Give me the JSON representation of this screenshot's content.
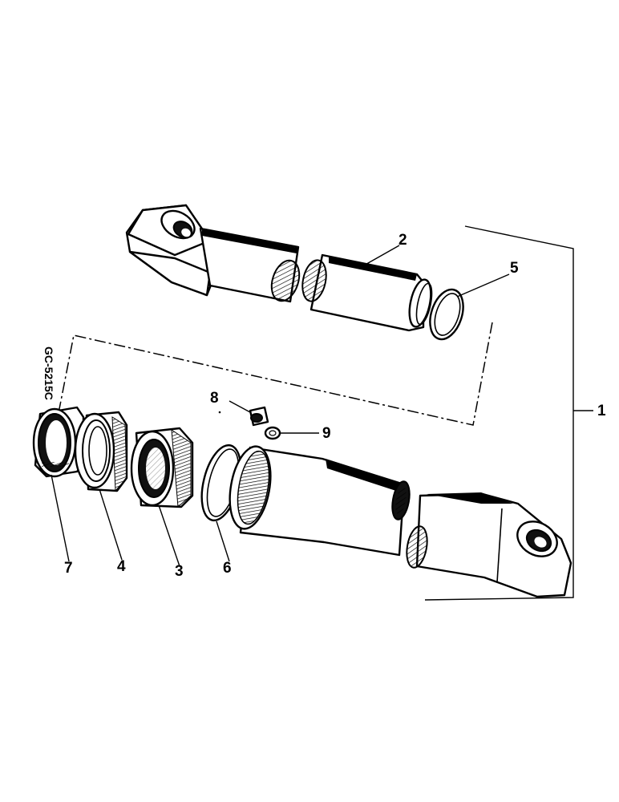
{
  "figure": {
    "reference_code": "GC-5215C",
    "callouts": [
      {
        "id": "1",
        "label": "1"
      },
      {
        "id": "2",
        "label": "2"
      },
      {
        "id": "3",
        "label": "3"
      },
      {
        "id": "4",
        "label": "4"
      },
      {
        "id": "5",
        "label": "5"
      },
      {
        "id": "6",
        "label": "6"
      },
      {
        "id": "7",
        "label": "7"
      },
      {
        "id": "8",
        "label": "8"
      },
      {
        "id": "9",
        "label": "9"
      }
    ]
  }
}
